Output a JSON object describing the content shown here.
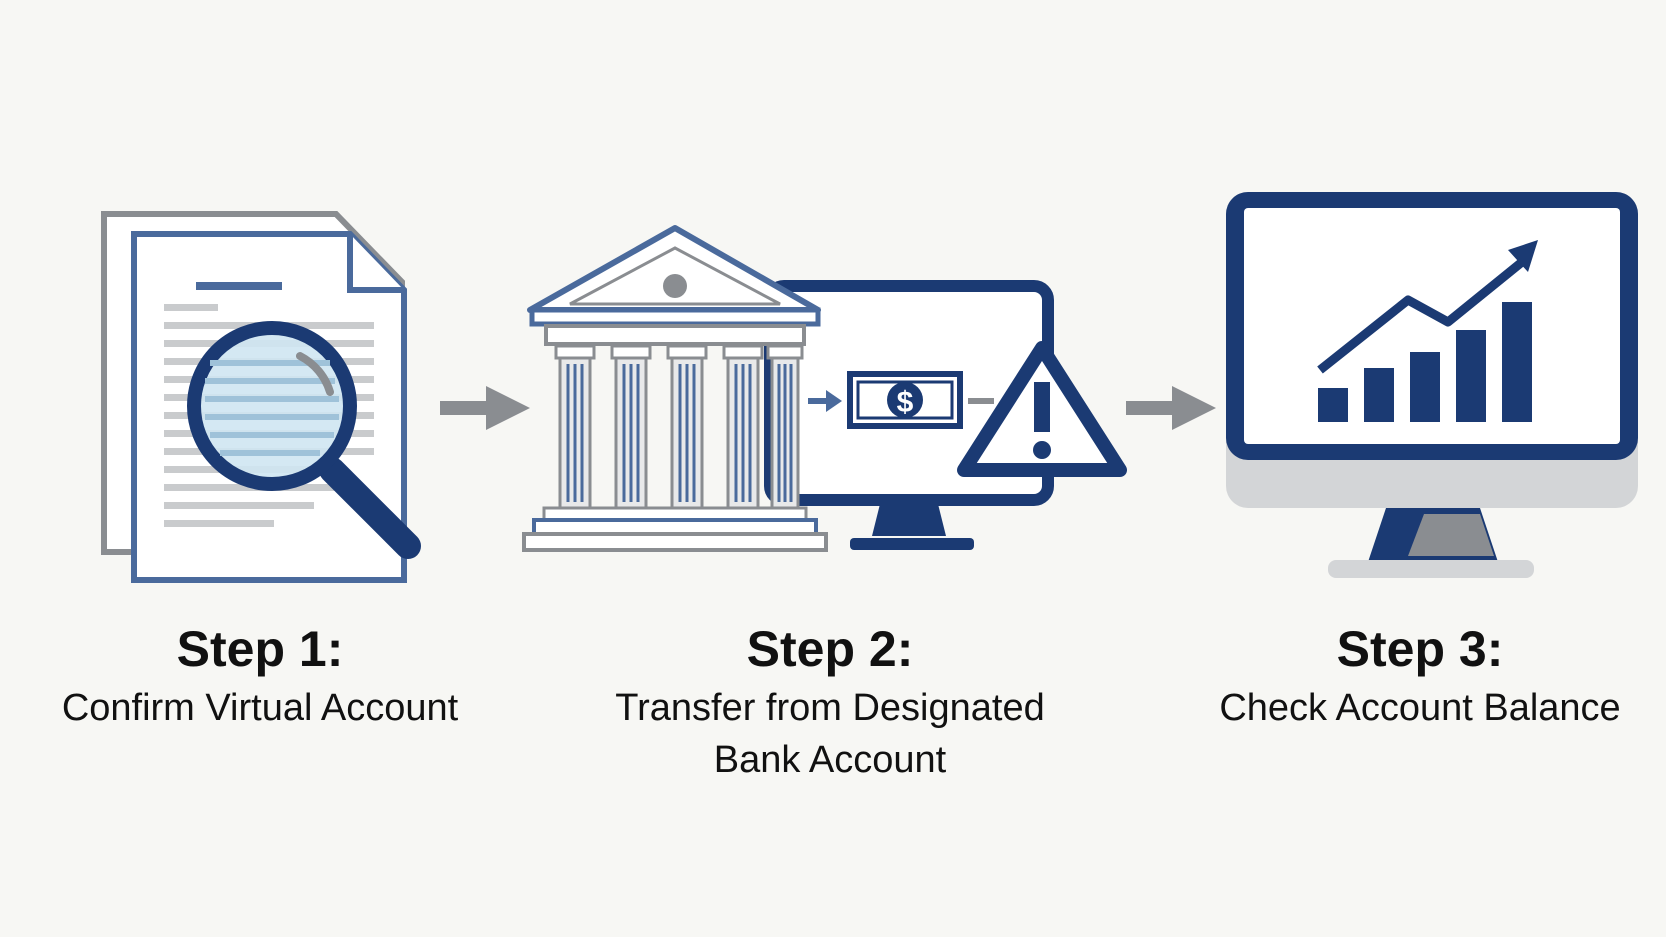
{
  "colors": {
    "navy": "#1b3a73",
    "steel": "#4a6a9c",
    "gray": "#8a8d91",
    "light_gray": "#c9cbcd",
    "pale_blue": "#cfe5f2",
    "warning_fill": "#ffffff"
  },
  "steps": [
    {
      "title": "Step 1:",
      "description": "Confirm Virtual Account",
      "icon": "document-search-icon"
    },
    {
      "title": "Step 2:",
      "description": "Transfer from Designated Bank Account",
      "icon": "bank-transfer-warning-icon"
    },
    {
      "title": "Step 3:",
      "description": "Check Account Balance",
      "icon": "monitor-growth-chart-icon"
    }
  ],
  "connectors": [
    "arrow-right-icon",
    "arrow-right-icon"
  ]
}
